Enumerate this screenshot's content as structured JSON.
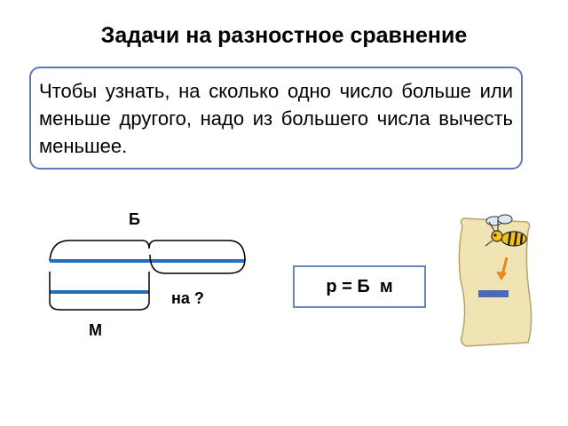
{
  "title": "Задачи на разностное сравнение",
  "rule": "Чтобы узнать, на сколько одно число больше или меньше другого, надо из большего числа вычесть меньшее.",
  "diagram": {
    "label_big": "Б",
    "label_small": "М",
    "label_difference": "на ?"
  },
  "formula": "р = Б  м",
  "icons": [
    "bee-icon",
    "arrow-down-icon",
    "minus-sign-icon"
  ],
  "colors": {
    "segment_line": "#1e6fbf",
    "box_border": "#5b7bbd",
    "scroll_fill": "#f0e3b4",
    "minus_sign": "#4a6bb3",
    "arrow": "#e58a1f"
  }
}
